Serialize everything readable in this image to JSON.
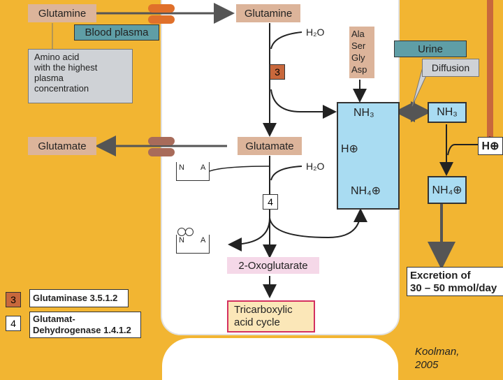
{
  "blood": {
    "glutamine": "Glutamine",
    "blood_plasma": "Blood plasma",
    "amino_note": [
      "Amino acid",
      "with the highest",
      "plasma",
      "concentration"
    ],
    "glutamate": "Glutamate"
  },
  "cell": {
    "glutamine": "Glutamine",
    "glutamate": "Glutamate",
    "oxoglutarate": "2-Oxoglutarate",
    "tca": [
      "Tricarboxylic",
      "acid cycle"
    ],
    "h2o_1": "H₂O",
    "h2o_2": "H₂O",
    "amino_acids": [
      "Ala",
      "Ser",
      "Gly",
      "Asp"
    ],
    "nh3": "NH₃",
    "h_plus": "H⊕",
    "nh4": "NH₄⊕",
    "enzyme3_num": "3",
    "enzyme4_num": "4",
    "transporter_n": "N",
    "transporter_a": "A"
  },
  "urine": {
    "label": "Urine",
    "diffusion": "Diffusion",
    "nh3": "NH₃",
    "h_plus": "H⊕",
    "nh4": "NH₄⊕",
    "excretion": [
      "Excretion of",
      "30 – 50 mmol/day"
    ]
  },
  "legend": [
    {
      "num": "3",
      "text": [
        "Glutaminase 3.5.1.2"
      ]
    },
    {
      "num": "4",
      "text": [
        "Glutamat-",
        "Dehydrogenase 1.4.1.2"
      ]
    }
  ],
  "credit": [
    "Koolman,",
    "2005"
  ]
}
